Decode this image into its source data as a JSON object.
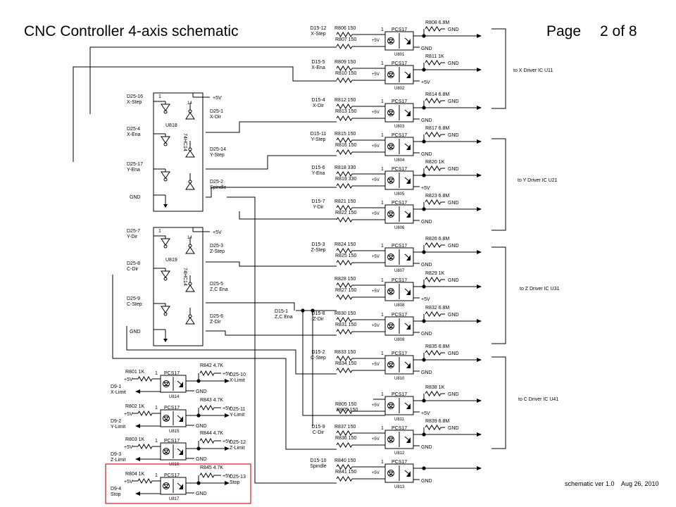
{
  "header": {
    "title": "CNC Controller 4-axis schematic",
    "page_label": "Page",
    "page_number": "2 of 8"
  },
  "footer": {
    "version": "schematic ver 1.0",
    "date": "Aug 26, 2010"
  },
  "optos": [
    {
      "input": [
        "D15-12",
        "X-Step"
      ],
      "r1": "R806 150",
      "r2": "R807 150",
      "u": "U801",
      "out": "R808 6.8M",
      "out_net": "GND",
      "lower": "GND"
    },
    {
      "input": [
        "D15-5",
        "X-Ena"
      ],
      "r1": "R809 150",
      "r2": "R810 150",
      "u": "U802",
      "out": "R811 1K",
      "out_net": "GND",
      "lower": "+5V"
    },
    {
      "input": [
        "D15-4",
        "X-Dir"
      ],
      "r1": "R812 150",
      "r2": "R813 150",
      "u": "U803",
      "out": "R814 6.8M",
      "out_net": "GND",
      "lower": "GND"
    },
    {
      "input": [
        "D15-11",
        "Y-Step"
      ],
      "r1": "R815 150",
      "r2": "R816 150",
      "u": "U804",
      "out": "R817 6.8M",
      "out_net": "GND",
      "lower": "GND"
    },
    {
      "input": [
        "D15-6",
        "Y-Ena"
      ],
      "r1": "R818 330",
      "r2": "R819 330",
      "u": "U805",
      "out": "R820 1K",
      "out_net": "GND",
      "lower": "+5V"
    },
    {
      "input": [
        "D15-7",
        "Y-Dir"
      ],
      "r1": "R821 150",
      "r2": "R822 150",
      "u": "U806",
      "out": "R823 6.8M",
      "out_net": "GND",
      "lower": "GND"
    },
    {
      "input": [
        "D15-3",
        "Z-Step"
      ],
      "r1": "R824 150",
      "r2": "R825 150",
      "u": "U807",
      "out": "R826 6.8M",
      "out_net": "GND",
      "lower": "GND"
    },
    {
      "input": [
        "",
        ""
      ],
      "r1": "R828 150",
      "r2": "R827 150",
      "u": "U808",
      "out": "R829 1K",
      "out_net": "GND",
      "lower": "+5V"
    },
    {
      "input": [
        "D15-8",
        "Z-Dir"
      ],
      "r1": "R830 150",
      "r2": "R831 150",
      "u": "U809",
      "out": "R832 6.8M",
      "out_net": "GND",
      "lower": "GND"
    },
    {
      "input": [
        "D15-2",
        "C-Step"
      ],
      "r1": "R833 150",
      "r2": "R834 150",
      "u": "U810",
      "out": "R835 6.8M",
      "out_net": "GND",
      "lower": "GND"
    },
    {
      "input": [
        "",
        ""
      ],
      "r1": "",
      "r2": "R805 150",
      "u": "U811",
      "out": "R838 1K",
      "out_net": "GND",
      "lower": "+5V"
    },
    {
      "input": [
        "D15-9",
        "C-Dir"
      ],
      "r1": "R837 150",
      "r2": "R836 150",
      "u": "U812",
      "out": "R839 6.8M",
      "out_net": "GND",
      "lower": "GND"
    },
    {
      "input": [
        "D15-10",
        "Spindle"
      ],
      "r1": "R840 150",
      "r2": "R841 150",
      "u": "U813",
      "out": "",
      "out_net": "",
      "lower": "GND"
    }
  ],
  "opto_part": "PCS17",
  "pin_one": "1",
  "plus5v": "+5V",
  "gnd": "GND",
  "shared_input": [
    "D15-1",
    "Z,C Ena"
  ],
  "drivers": [
    "to X Driver IC U11",
    "to Y Driver IC U21",
    "to Z Driver IC U31",
    "to C Driver IC U41"
  ],
  "buffers": [
    {
      "u": "U818",
      "chip": "74HC14",
      "vcc_pin": "14",
      "left": [
        [
          "D25-16",
          "X-Step"
        ],
        [
          "D25-4",
          "X-Ena"
        ],
        [
          "D25-17",
          "Y-Ena"
        ]
      ],
      "right": [
        [
          "D25-1",
          "X-Dir"
        ],
        [
          "D25-14",
          "Y-Step"
        ],
        [
          "D25-2",
          "Spindle"
        ]
      ]
    },
    {
      "u": "U819",
      "chip": "74HC14",
      "vcc_pin": "14",
      "left": [
        [
          "D25-7",
          "Y-Dir"
        ],
        [
          "D25-8",
          "C-Dir"
        ],
        [
          "D25-9",
          "C-Step"
        ]
      ],
      "right": [
        [
          "D25-3",
          "Z-Step"
        ],
        [
          "D25-5",
          "Z,C Ena"
        ],
        [
          "D25-6",
          "Z-Dir"
        ]
      ]
    }
  ],
  "limits": [
    {
      "r_in": "R801 1K",
      "d9": [
        "D9-1",
        "X-Limit"
      ],
      "u": "U814",
      "r_pull": "R842 4.7K",
      "d25": [
        "D25-10",
        "X-Limit"
      ]
    },
    {
      "r_in": "R802 1K",
      "d9": [
        "D9-2",
        "Y-Limit"
      ],
      "u": "U815",
      "r_pull": "R843 4.7K",
      "d25": [
        "D25-11",
        "Y-Limit"
      ]
    },
    {
      "r_in": "R803 1K",
      "d9": [
        "D9-3",
        "Z-Limit"
      ],
      "u": "U816",
      "r_pull": "R844 4.7K",
      "d25": [
        "D25-12",
        "Z-Limit"
      ]
    },
    {
      "r_in": "R804 1K",
      "d9": [
        "D9-4",
        "Stop"
      ],
      "u": "U817",
      "r_pull": "R845 4.7K",
      "d25": [
        "D25-13",
        "Stop"
      ]
    }
  ]
}
